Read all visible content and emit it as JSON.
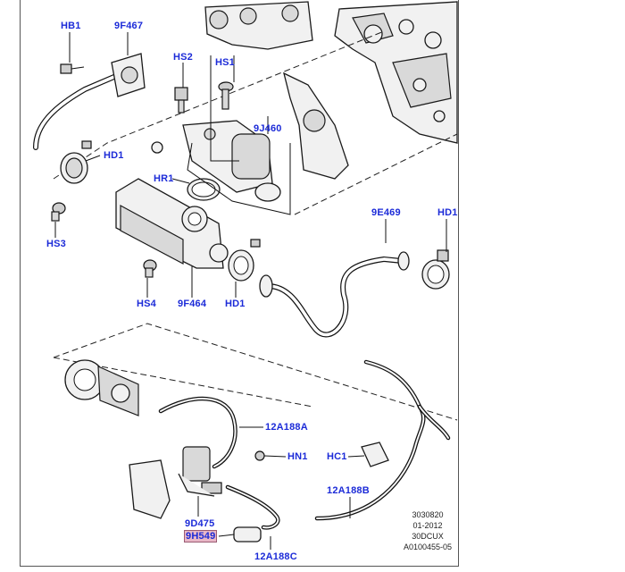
{
  "labels": {
    "hb1": "HB1",
    "f9467": "9F467",
    "hs2": "HS2",
    "hs1": "HS1",
    "j9460": "9J460",
    "hd1_top": "HD1",
    "hr1": "HR1",
    "hs3": "HS3",
    "e9469": "9E469",
    "hd1_right": "HD1",
    "hs4": "HS4",
    "f9464": "9F464",
    "hd1_bottom": "HD1",
    "a12188": "12A188A",
    "hn1": "HN1",
    "hc1": "HC1",
    "b12188": "12A188B",
    "d9475": "9D475",
    "h9549": "9H549",
    "c12188": "12A188C"
  },
  "meta": {
    "line1": "3030820",
    "line2": "01-2012",
    "line3": "30DCUX",
    "line4": "A0100455-05"
  }
}
